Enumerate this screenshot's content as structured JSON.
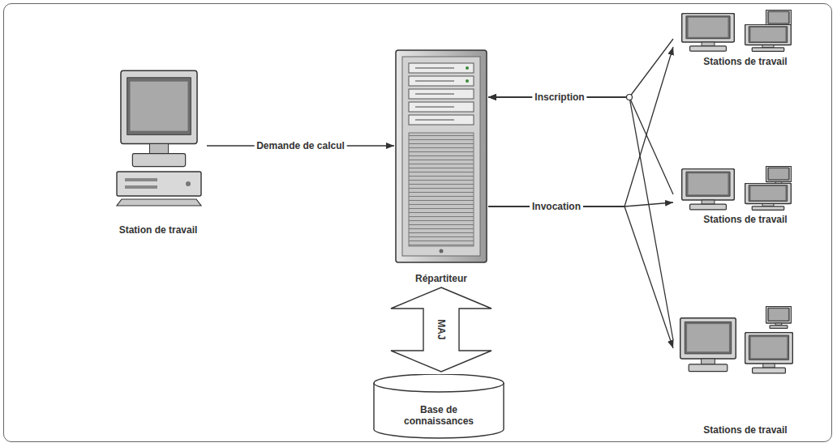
{
  "diagram": {
    "nodes": [
      {
        "text": [
          "Station de travail"
        ]
      },
      {
        "text": [
          "Répartiteur"
        ]
      },
      {
        "text": [
          "Base de connaissances"
        ]
      },
      {
        "text": [
          "Stations de travail"
        ]
      },
      {
        "text": [
          "Stations de travail"
        ]
      },
      {
        "text": [
          "Stations de travail"
        ]
      }
    ],
    "edges": [
      {
        "from": 0,
        "to": 1,
        "label": "Demande de calcul",
        "arrow": "to"
      },
      {
        "from": 1,
        "to": 2,
        "label": "MAJ",
        "arrow": "both"
      },
      {
        "from": 3,
        "to": 1,
        "label": "Inscription",
        "arrow": "to"
      },
      {
        "from": 4,
        "to": 1,
        "arrow": "to"
      },
      {
        "from": 5,
        "to": 1,
        "arrow": "to"
      },
      {
        "from": 1,
        "to": 3,
        "label": "Invocation",
        "arrow": "to"
      },
      {
        "from": 1,
        "to": 4,
        "arrow": "to"
      },
      {
        "from": 1,
        "to": 5,
        "arrow": "to"
      }
    ]
  }
}
